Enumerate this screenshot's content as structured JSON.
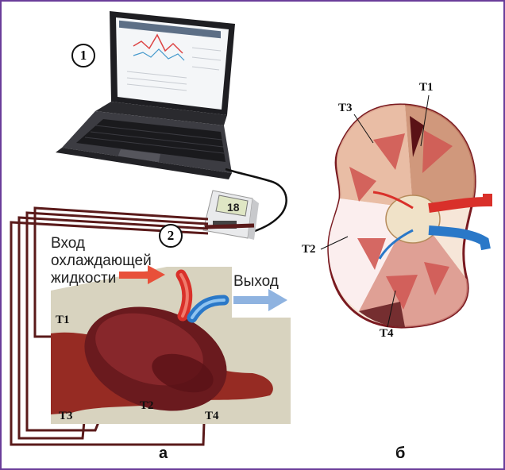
{
  "callouts": {
    "laptop": "1",
    "logger": "2"
  },
  "logger_display": "18",
  "left_panel": {
    "inlet_label": [
      "Вход",
      "охлаждающей",
      "жидкости"
    ],
    "outlet_label": "Выход",
    "sensors": [
      "T1",
      "T2",
      "T3",
      "T4"
    ],
    "panel_label": "а"
  },
  "right_panel": {
    "sensors": [
      "T1",
      "T2",
      "T3",
      "T4"
    ],
    "panel_label": "б"
  },
  "colors": {
    "frame": "#6a3d9a",
    "wires": "#5a1a1a",
    "inlet_arrow": "#e8503a",
    "outlet_arrow": "#8fb3e0",
    "artery": "#d9302a",
    "vein": "#2a78c8"
  }
}
